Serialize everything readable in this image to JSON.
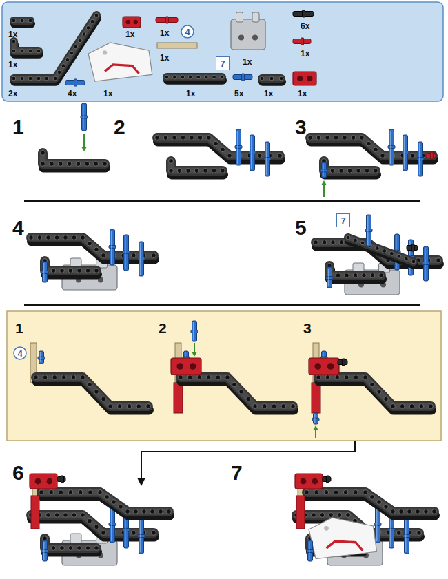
{
  "diagram": {
    "nodes": [
      {
        "text": [
          "4"
        ]
      },
      {
        "text": [
          "7"
        ]
      },
      {
        "text": [
          "7"
        ]
      },
      {
        "text": [
          "4"
        ]
      }
    ],
    "labels": [
      "1x",
      "1x",
      "1x",
      "1x",
      "6x",
      "1x",
      "1x",
      "1x",
      "2x",
      "4x",
      "1x",
      "1x",
      "5x",
      "1x",
      "1x",
      "1",
      "2",
      "3",
      "4",
      "5",
      "1",
      "2",
      "3",
      "6",
      "7"
    ]
  }
}
